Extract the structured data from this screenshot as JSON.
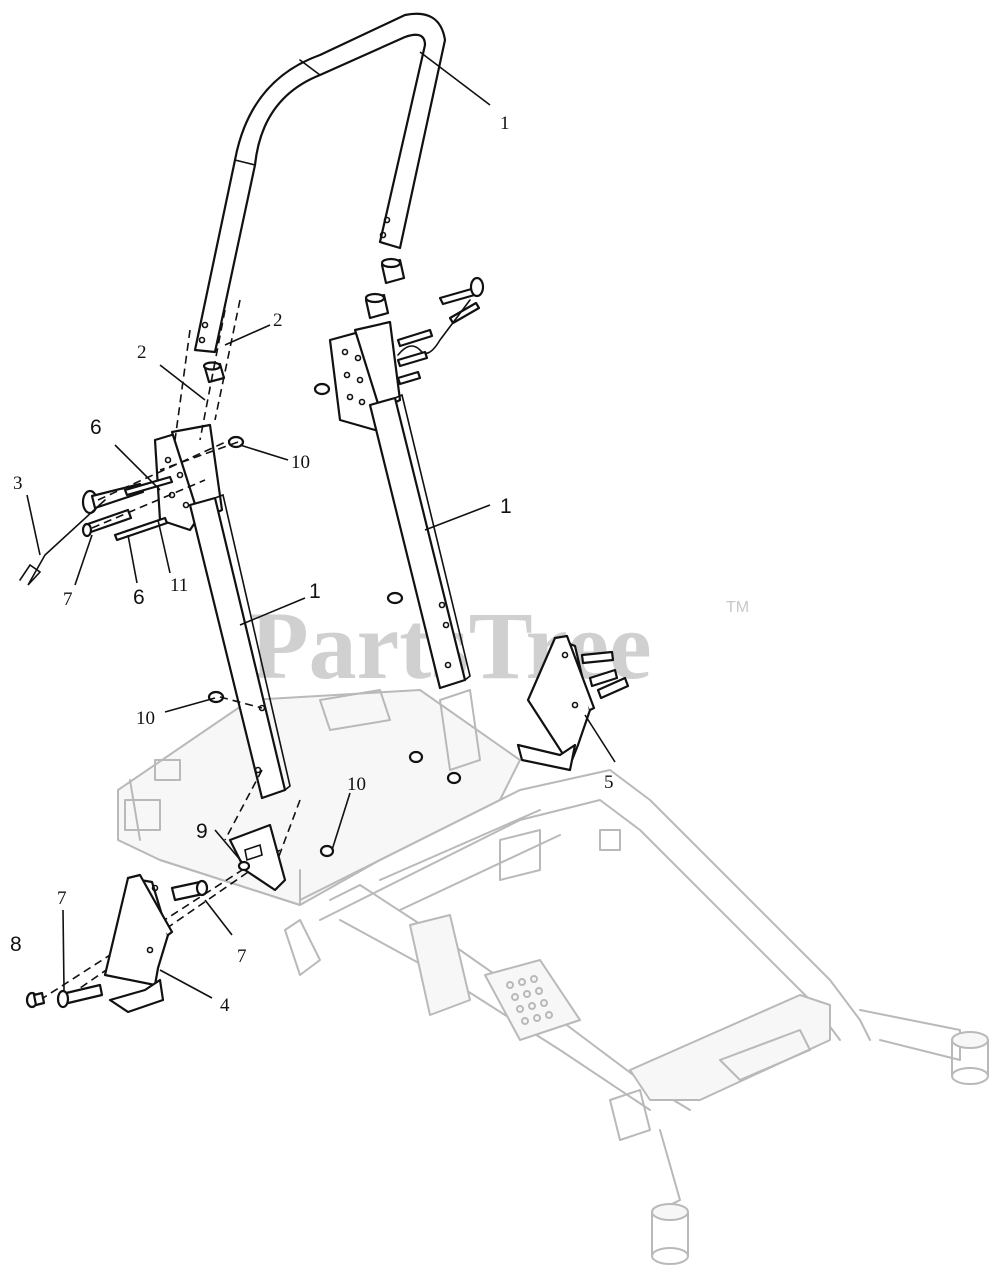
{
  "watermark": {
    "text": "PartsTree",
    "tm": "TM"
  },
  "callouts": {
    "c1_top": "1",
    "c1_right": "1",
    "c1_left": "1",
    "c2_upper": "2",
    "c2_lower": "2",
    "c3": "3",
    "c4": "4",
    "c5": "5",
    "c6_upper": "6",
    "c6_lower": "6",
    "c7_upper": "7",
    "c7_lower_left": "7",
    "c7_lower_right": "7",
    "c8": "8",
    "c9": "9",
    "c10_upper": "10",
    "c10_left": "10",
    "c10_center": "10",
    "c11": "11"
  }
}
